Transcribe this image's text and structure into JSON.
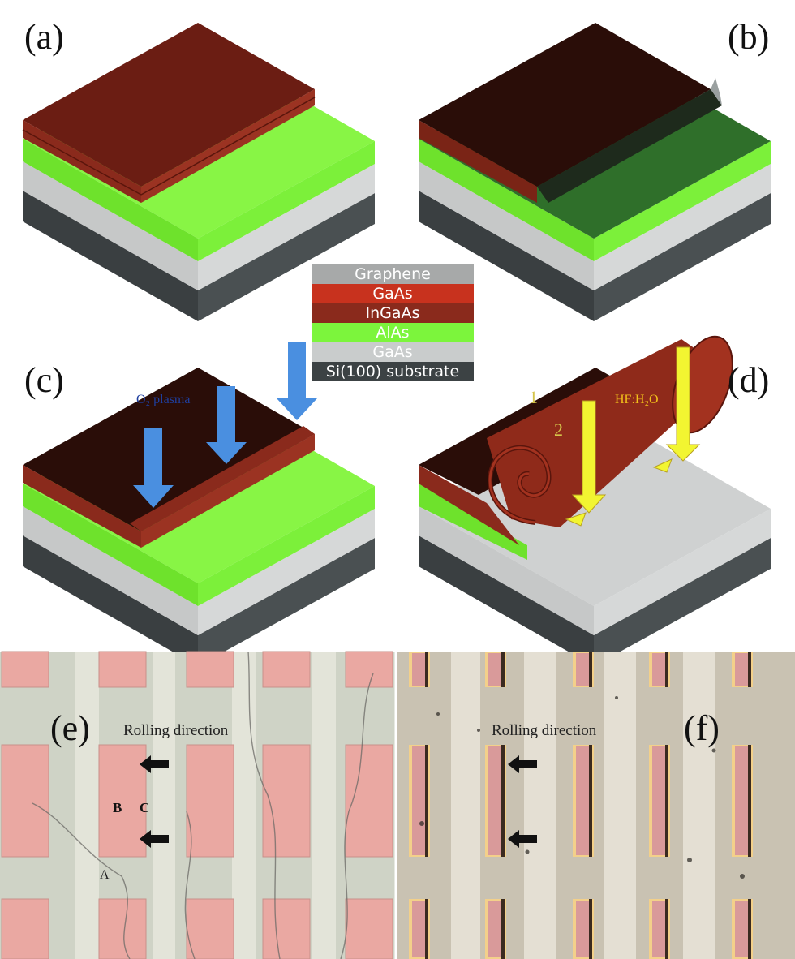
{
  "figure": {
    "panels": {
      "a": {
        "label": "(a)"
      },
      "b": {
        "label": "(b)"
      },
      "c": {
        "label": "(c)",
        "annotation": "O₂ plasma"
      },
      "d": {
        "label": "(d)",
        "annotation_1": "1",
        "annotation_2": "2",
        "annotation_etch": "HF:H₂O"
      },
      "e": {
        "label": "(e)",
        "rolling": "Rolling direction",
        "mark_a": "A",
        "mark_b": "B",
        "mark_c": "C"
      },
      "f": {
        "label": "(f)",
        "rolling": "Rolling direction"
      }
    },
    "legend": {
      "items": [
        {
          "label": "Graphene",
          "color": "#a7a9a9"
        },
        {
          "label": "GaAs",
          "color": "#c8321e"
        },
        {
          "label": "InGaAs",
          "color": "#8a2a1c"
        },
        {
          "label": "AlAs",
          "color": "#7cf53c"
        },
        {
          "label": "GaAs",
          "color": "#c9cccc"
        },
        {
          "label": "Si(100) substrate",
          "color": "#3c4244"
        }
      ]
    },
    "colors": {
      "graphene": "#a7a9a9",
      "gaas_top": "#6e1f14",
      "ingaas": "#8a2a1c",
      "alas": "#7cf53c",
      "gaas_buffer": "#c9cccc",
      "si_substrate": "#3c4244",
      "plasma_arrow": "#4a8fe0",
      "etch_arrow": "#f2f531",
      "micrograph_pink": "#e9a7a1",
      "micrograph_bg": "#d8d6c8"
    }
  }
}
